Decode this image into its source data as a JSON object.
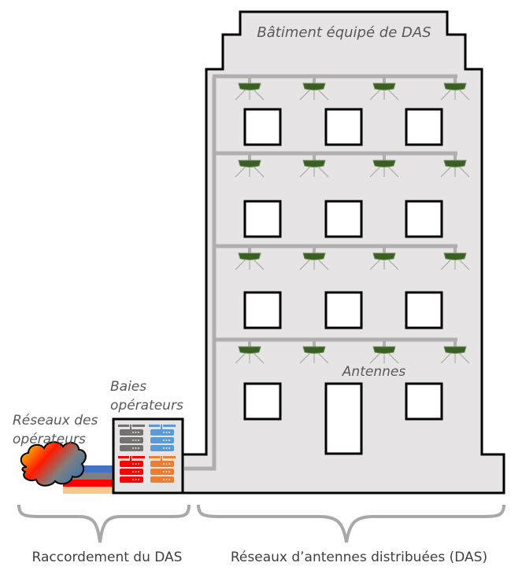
{
  "diagram": {
    "title": "Bâtiment équipé de DAS",
    "antennas_label": "Antennes",
    "racks_label_line1": "Baies",
    "racks_label_line2": "opérateurs",
    "networks_label_line1": "Réseaux des",
    "networks_label_line2": "opérateurs",
    "bottom_left_label": "Raccordement du DAS",
    "bottom_right_label": "Réseaux d’antennes distribuées (DAS)",
    "floors_with_antennas": 4,
    "antennas_per_floor": 4,
    "windows_per_floor": 3,
    "colors": {
      "building_fill": "#e6e4e5",
      "building_outline": "#000000",
      "cable_pipe": "#b0aeaf",
      "antenna": "#3b5e23",
      "antenna_rim": "#6f8f5a",
      "brace": "#a8a8a8",
      "label_italic": "#595959",
      "label_bottom": "#404040",
      "operator_cables": [
        "#4472c4",
        "#7f7f7f",
        "#ff0000",
        "#f8c88c"
      ],
      "rack_groups": [
        "#767171",
        "#5b9bd5",
        "#ff0000",
        "#ed7d31"
      ],
      "cloud_gradient": [
        "#ffc000",
        "#ff0000",
        "#7f7f7f",
        "#2e75b6"
      ]
    }
  }
}
